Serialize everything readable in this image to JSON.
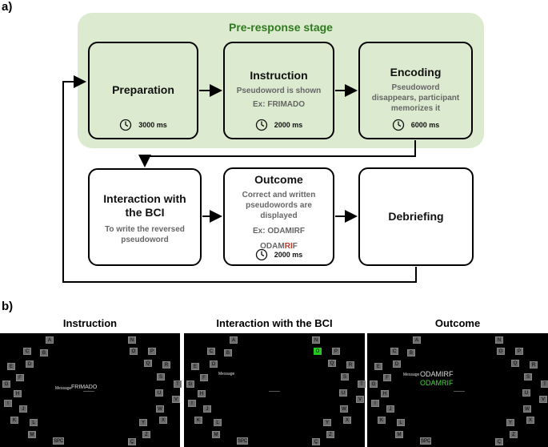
{
  "panel_a_label": "a)",
  "panel_b_label": "b)",
  "stage_title": "Pre-response stage",
  "boxes": {
    "preparation": {
      "title": "Preparation",
      "time": "3000 ms"
    },
    "instruction": {
      "title": "Instruction",
      "line1": "Pseudoword is shown",
      "line2": "Ex: FRIMADO",
      "time": "2000 ms"
    },
    "encoding": {
      "title": "Encoding",
      "line1": "Pseudoword",
      "line2": "disappears, participant",
      "line3": "memorizes it",
      "time": "6000 ms"
    },
    "interaction": {
      "title1": "Interaction with",
      "title2": "the BCI",
      "line1": "To write the reversed",
      "line2": "pseudoword"
    },
    "outcome": {
      "title": "Outcome",
      "line1": "Correct and written",
      "line2": "pseudowords are",
      "line3": "displayed",
      "line4": "Ex: ODAMIRF",
      "written_prefix": "ODAM",
      "written_error": "RI",
      "written_suffix": "F",
      "time": "2000 ms"
    },
    "debriefing": {
      "title": "Debriefing"
    }
  },
  "screens": [
    {
      "title": "Instruction",
      "message_label": "Message",
      "message_word": "FRIMADO",
      "second_word": "",
      "highlight": ""
    },
    {
      "title": "Interaction with the BCI",
      "message_label": "Message",
      "message_word": "",
      "second_word": "",
      "highlight": "O"
    },
    {
      "title": "Outcome",
      "message_label": "Message",
      "message_word": "ODAMIRF",
      "second_word": "ODAMRIF",
      "highlight": ""
    }
  ],
  "keys_left": [
    "A",
    "C",
    "B",
    "E",
    "D",
    "F",
    "G",
    "H",
    "I",
    "J",
    "K",
    "L",
    "M",
    "SPC"
  ],
  "keys_right": [
    "N",
    "O",
    "P",
    "Q",
    "R",
    "S",
    "T",
    "U",
    "V",
    "W",
    "X",
    "Y",
    "Z",
    "Ç"
  ],
  "colors": {
    "stage_bg": "#dcebd0",
    "stage_title": "#2f7a1f",
    "error_red": "#c0392b",
    "highlight_green": "#24c81f"
  }
}
